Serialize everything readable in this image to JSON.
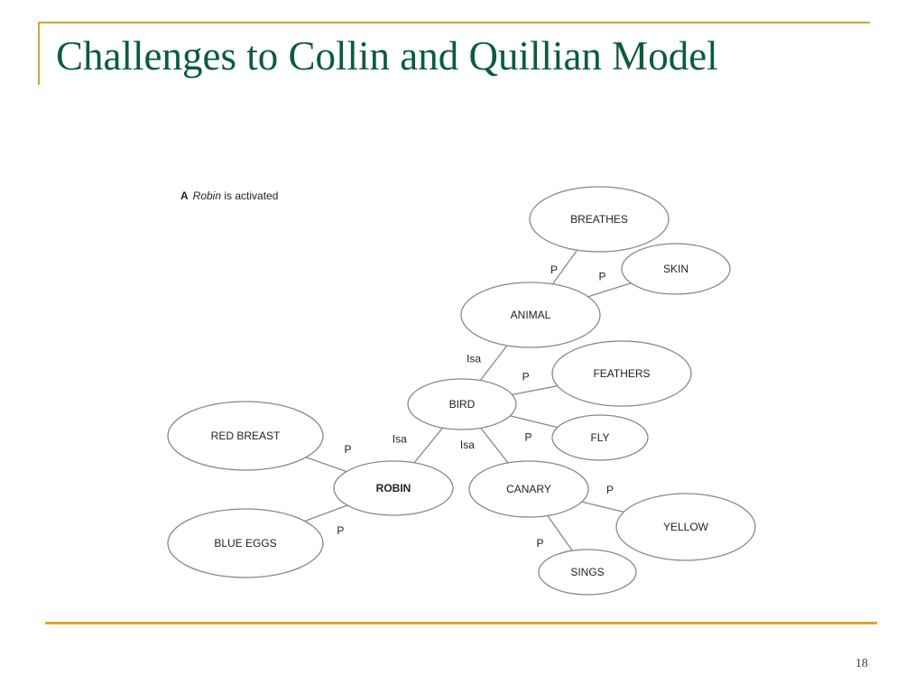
{
  "title": "Challenges to Collin and Quillian Model",
  "caption": {
    "letter": "A",
    "emphasis": "Robin",
    "rest": " is activated"
  },
  "page_number": "18",
  "colors": {
    "title": "#0a5c3a",
    "accent": "#d4a32a",
    "line": "#888888"
  },
  "nodes": [
    {
      "id": "breathes",
      "label": "BREATHES",
      "bold": false
    },
    {
      "id": "skin",
      "label": "SKIN",
      "bold": false
    },
    {
      "id": "animal",
      "label": "ANIMAL",
      "bold": false
    },
    {
      "id": "feathers",
      "label": "FEATHERS",
      "bold": false
    },
    {
      "id": "bird",
      "label": "BIRD",
      "bold": false
    },
    {
      "id": "fly",
      "label": "FLY",
      "bold": false
    },
    {
      "id": "red_breast",
      "label": "RED BREAST",
      "bold": false
    },
    {
      "id": "robin",
      "label": "ROBIN",
      "bold": true
    },
    {
      "id": "canary",
      "label": "CANARY",
      "bold": false
    },
    {
      "id": "yellow",
      "label": "YELLOW",
      "bold": false
    },
    {
      "id": "blue_eggs",
      "label": "BLUE EGGS",
      "bold": false
    },
    {
      "id": "sings",
      "label": "SINGS",
      "bold": false
    }
  ],
  "edges": [
    {
      "from": "animal",
      "to": "breathes",
      "label": "P"
    },
    {
      "from": "animal",
      "to": "skin",
      "label": "P"
    },
    {
      "from": "bird",
      "to": "animal",
      "label": "Isa"
    },
    {
      "from": "bird",
      "to": "feathers",
      "label": "P"
    },
    {
      "from": "bird",
      "to": "fly",
      "label": "P"
    },
    {
      "from": "robin",
      "to": "bird",
      "label": "Isa"
    },
    {
      "from": "canary",
      "to": "bird",
      "label": "Isa"
    },
    {
      "from": "robin",
      "to": "red_breast",
      "label": "P"
    },
    {
      "from": "robin",
      "to": "blue_eggs",
      "label": "P"
    },
    {
      "from": "canary",
      "to": "yellow",
      "label": "P"
    },
    {
      "from": "canary",
      "to": "sings",
      "label": "P"
    }
  ]
}
